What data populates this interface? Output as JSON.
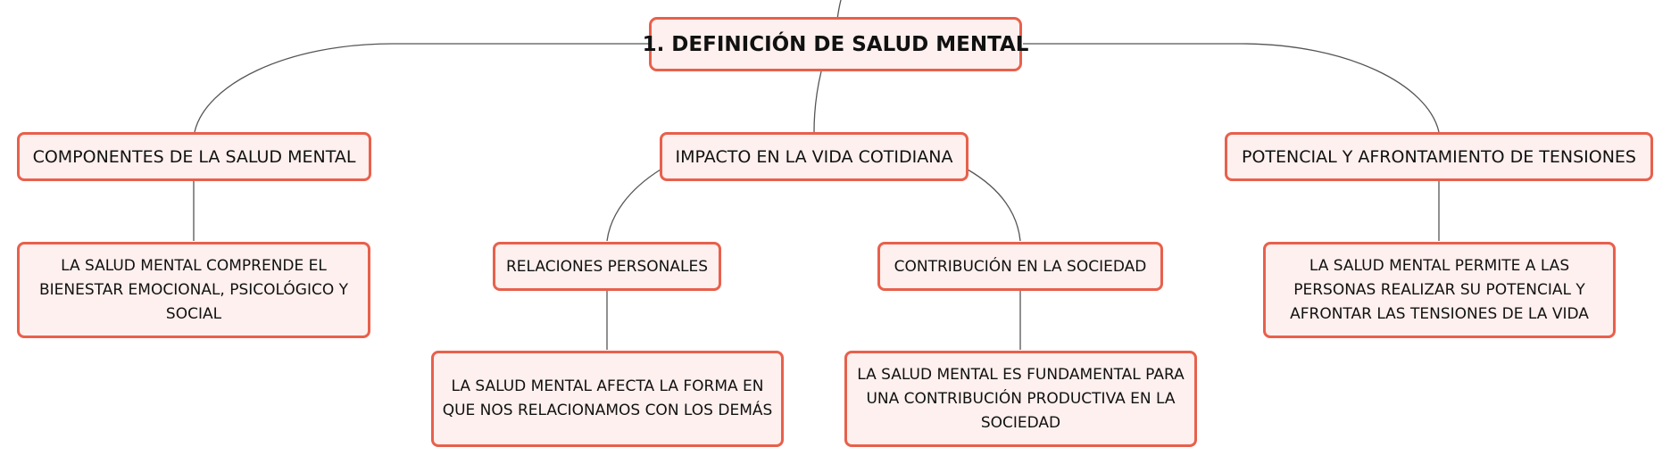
{
  "colors": {
    "node_border": "#e8604c",
    "node_fill": "#fdf0ee",
    "connector": "#555555"
  },
  "root": {
    "label": "1. DEFINICIÓN DE SALUD MENTAL"
  },
  "branches": [
    {
      "label": "COMPONENTES DE LA SALUD MENTAL",
      "children": [
        {
          "label": "LA SALUD MENTAL COMPRENDE EL BIENESTAR EMOCIONAL, PSICOLÓGICO Y SOCIAL"
        }
      ]
    },
    {
      "label": "IMPACTO EN LA VIDA COTIDIANA",
      "children": [
        {
          "label": "RELACIONES PERSONALES",
          "children": [
            {
              "label": "LA SALUD MENTAL AFECTA LA FORMA EN QUE NOS RELACIONAMOS CON LOS DEMÁS"
            }
          ]
        },
        {
          "label": "CONTRIBUCIÓN EN LA SOCIEDAD",
          "children": [
            {
              "label": "LA SALUD MENTAL ES FUNDAMENTAL PARA UNA CONTRIBUCIÓN PRODUCTIVA EN LA SOCIEDAD"
            }
          ]
        }
      ]
    },
    {
      "label": "POTENCIAL Y AFRONTAMIENTO DE TENSIONES",
      "children": [
        {
          "label": "LA SALUD MENTAL PERMITE A LAS PERSONAS REALIZAR SU POTENCIAL Y AFRONTAR LAS TENSIONES DE LA VIDA"
        }
      ]
    }
  ]
}
